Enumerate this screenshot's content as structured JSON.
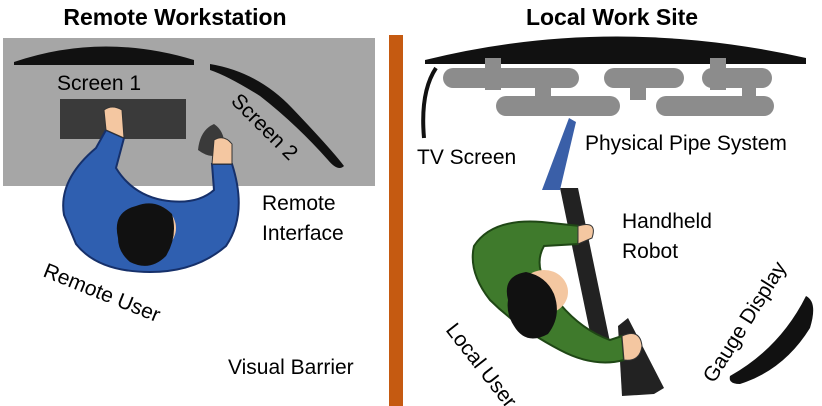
{
  "titles": {
    "remote": "Remote Workstation",
    "local": "Local Work Site"
  },
  "labels": {
    "screen1": "Screen 1",
    "screen2": "Screen 2",
    "remote_interface_line1": "Remote",
    "remote_interface_line2": "Interface",
    "remote_user": "Remote User",
    "visual_barrier": "Visual Barrier",
    "tv_screen": "TV Screen",
    "pipe_system": "Physical Pipe System",
    "handheld_robot_line1": "Handheld",
    "handheld_robot_line2": "Robot",
    "gauge_display": "Gauge Display",
    "local_user": "Local User"
  },
  "colors": {
    "desk_gray": "#a6a6a6",
    "barrier_orange": "#c55a11",
    "pipe_gray": "#8c8c8c",
    "remote_shirt_blue": "#2f5fb0",
    "local_shirt_green": "#3f7a2c",
    "robot_blue": "#3a5fa8",
    "skin": "#f4c7a1"
  }
}
